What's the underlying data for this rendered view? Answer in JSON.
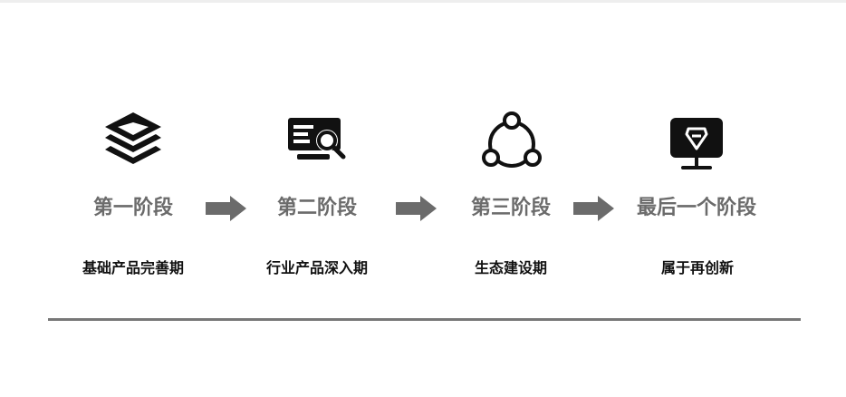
{
  "stages": [
    {
      "icon": "layers-icon",
      "title": "第一阶段",
      "desc": "基础产品完善期"
    },
    {
      "icon": "monitor-search-icon",
      "title": "第二阶段",
      "desc": "行业产品深入期"
    },
    {
      "icon": "share-network-icon",
      "title": "第三阶段",
      "desc": "生态建设期"
    },
    {
      "icon": "monitor-pen-icon",
      "title": "最后一个阶段",
      "desc": "属于再创新"
    }
  ],
  "colors": {
    "stage_text": "#6b6b6b",
    "desc_text": "#111111",
    "arrow": "#6b6b6b",
    "icon": "#111111",
    "rule": "#777777"
  }
}
